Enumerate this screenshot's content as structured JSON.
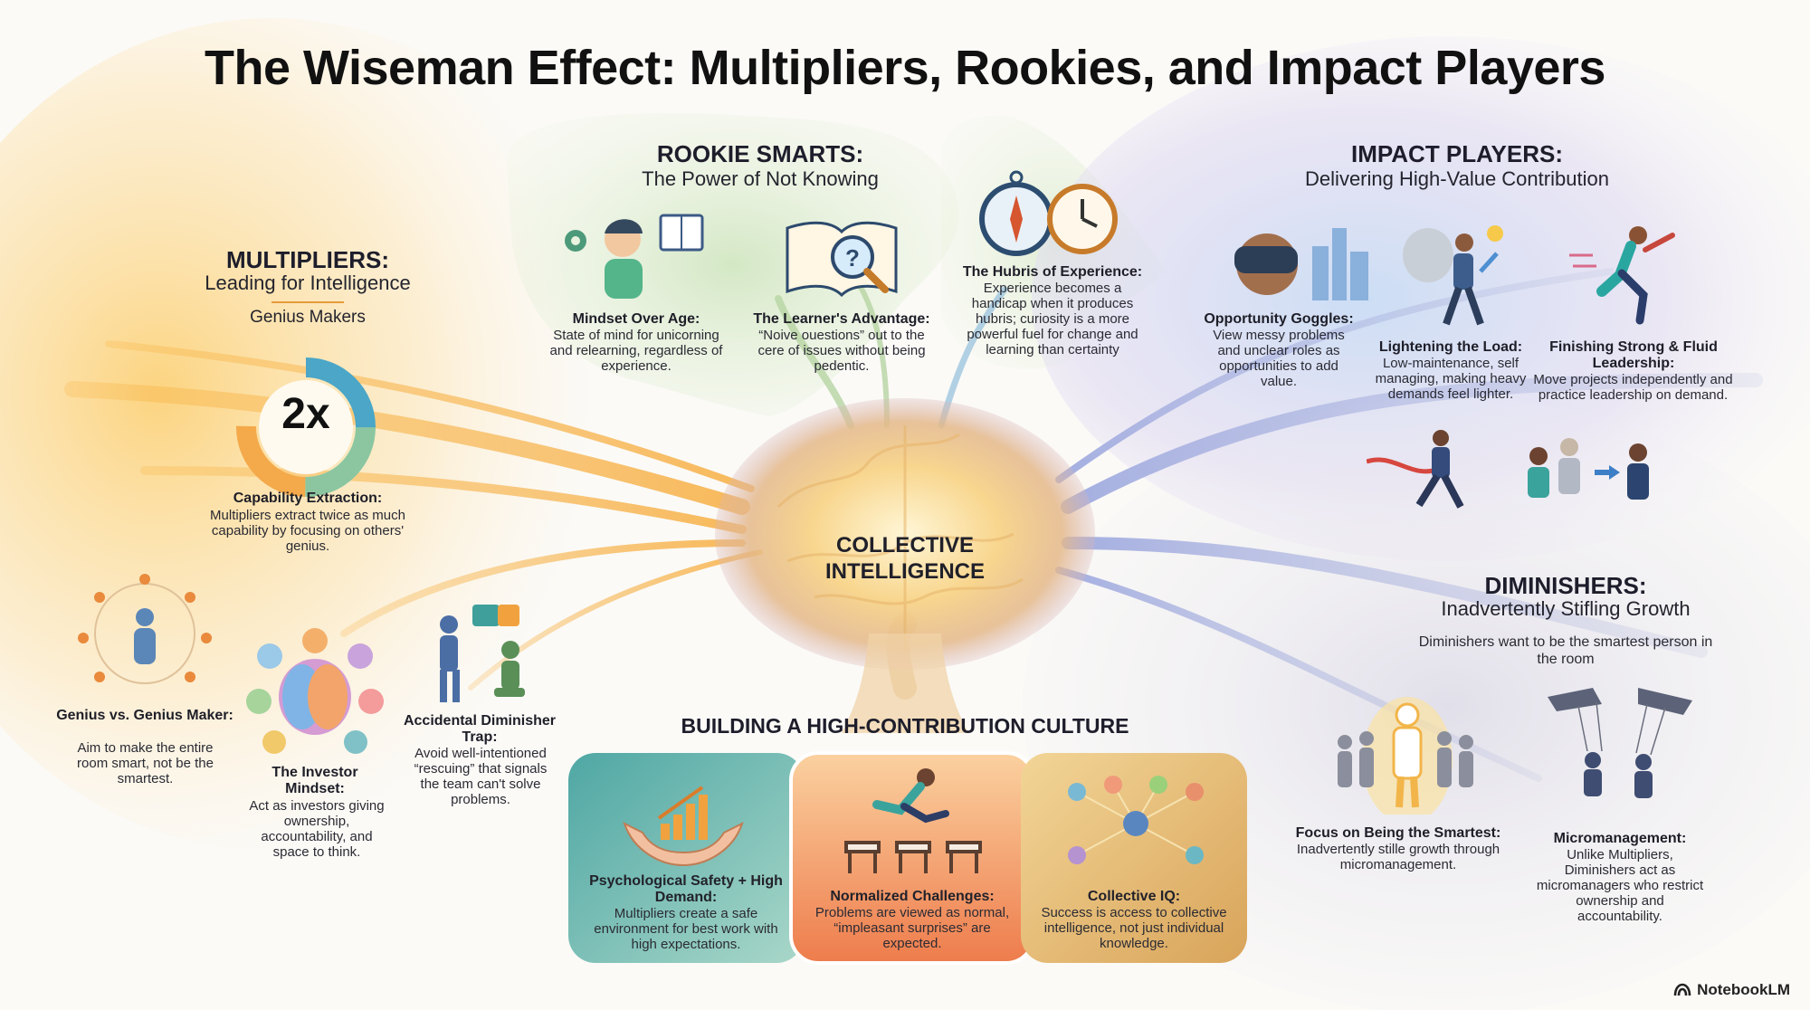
{
  "title": "The Wiseman Effect: Multipliers, Rookies, and Impact Players",
  "center": {
    "line1": "COLLECTIVE",
    "line2": "INTELLIGENCE"
  },
  "multipliers": {
    "heading": "MULTIPLIERS:",
    "subheading": "Leading for Intelligence",
    "tag": "Genius Makers",
    "ring_value": "2x",
    "capability": {
      "label": "Capability Extraction:",
      "text": "Multipliers extract twice as much capability by focusing on others' genius."
    },
    "genius": {
      "label": "Genius vs. Genius Maker:",
      "text": "Aim to make the entire room smart, not be the smartest."
    },
    "investor": {
      "label": "The Investor Mindset:",
      "text": "Act as investors giving ownership, accountability, and space to think."
    },
    "trap": {
      "label": "Accidental Diminisher Trap:",
      "text": "Avoid well-intentioned “rescuing” that signals the team can't solve problems."
    }
  },
  "rookie": {
    "heading": "ROOKIE SMARTS:",
    "subheading": "The Power of Not Knowing",
    "mindset": {
      "label": "Mindset Over Age:",
      "text": "State of mind for unicorning and relearning, regardless of experience."
    },
    "learner": {
      "label": "The Learner's Advantage:",
      "text": "“Noive ouestions” out to the cere of issues without being pedentic."
    },
    "hubris": {
      "label": "The Hubris of Experience:",
      "text": "Experience becomes a handicap when it produces hubris; curiosity is a more powerful fuel for change and learning than certainty"
    }
  },
  "impact": {
    "heading": "IMPACT PLAYERS:",
    "subheading": "Delivering High-Value Contribution",
    "goggles": {
      "label": "Opportunity Goggles:",
      "text": "View messy problems and unclear roles as opportunities to add value."
    },
    "load": {
      "label": "Lightening the Load:",
      "text": "Low-maintenance, self managing, making heavy demands feel lighter."
    },
    "finishing": {
      "label": "Finishing Strong & Fluid Leadership:",
      "text": "Move projects independently and practice leadership on demand."
    }
  },
  "diminishers": {
    "heading": "DIMINISHERS:",
    "subheading": "Inadvertently Stifling Growth",
    "intro": "Diminishers want to be the smartest person in the room",
    "smartest": {
      "label": "Focus on Being the Smartest:",
      "text": "Inadvertently stille growth through micromanagement."
    },
    "micro": {
      "label": "Micromanagement:",
      "text": "Unlike Multipliers, Diminishers act as micromanagers who restrict ownership and accountability."
    }
  },
  "culture": {
    "heading": "BUILDING A HIGH-CONTRIBUTION CULTURE",
    "cards": [
      {
        "label": "Psychological Safety + High Demand:",
        "text": "Multipliers create a safe environment for best work with high expectations."
      },
      {
        "label": "Normalized Challenges:",
        "text": "Problems are viewed as normal, “impleasant surprises” are expected."
      },
      {
        "label": "Collective IQ:",
        "text": "Success is access to collective intelligence, not just individual knowledge."
      }
    ]
  },
  "brand": "NotebookLM",
  "colors": {
    "multipliers": "#f4a024",
    "rookie": "#9fcf8a",
    "impact": "#8fb6e6",
    "diminishers": "#b9b3cf",
    "culture_left": "#6fb7b2",
    "culture_mid": "#f08a55",
    "culture_right": "#e7b96a"
  },
  "icons": [
    "gear-icon",
    "book-icon",
    "magnifier-book-icon",
    "compass-icon",
    "clock-icon",
    "vr-goggles-icon",
    "city-icon",
    "sack-carrier-icon",
    "lightbulb-icon",
    "runner-relay-icon",
    "finish-line-runner-icon",
    "handoff-icon",
    "people-network-icon",
    "brain-collage-icon",
    "puzzle-helper-icon",
    "growth-hands-icon",
    "hurdle-jumper-icon",
    "connected-heads-icon",
    "spotlight-person-icon",
    "puppet-strings-icon",
    "notebooklm-logo-icon"
  ]
}
